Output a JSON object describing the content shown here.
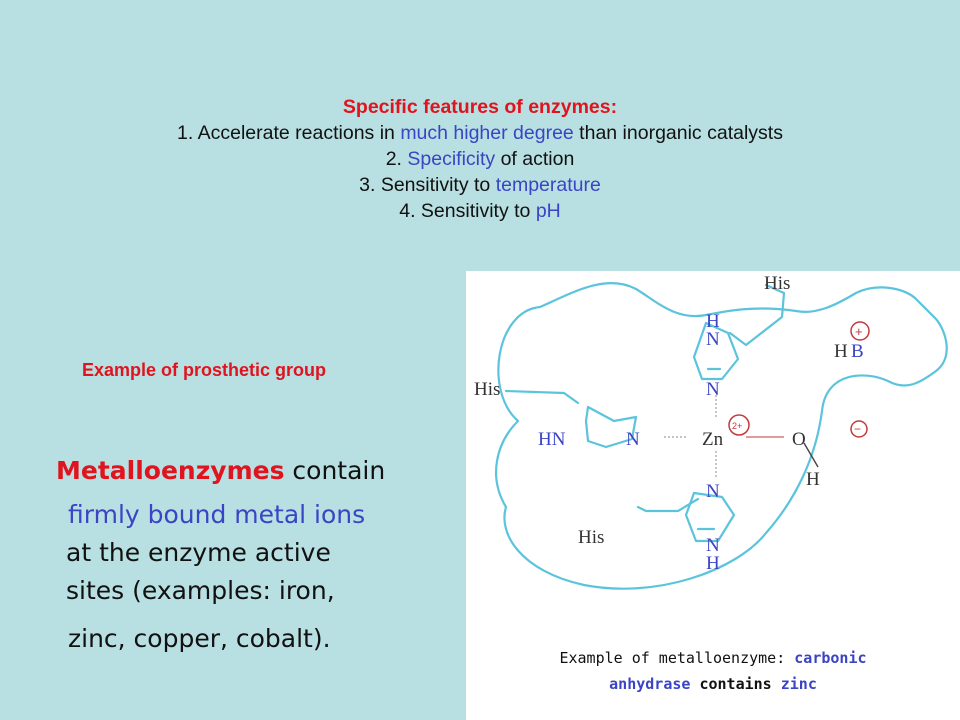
{
  "features": {
    "title": "Specific features of enzymes:",
    "line1_pre": "1. Accelerate reactions in ",
    "line1_hl": "much higher degree",
    "line1_post": " than inorganic catalysts",
    "line2_pre": "2. ",
    "line2_hl": "Specificity",
    "line2_post": " of action",
    "line3_pre": "3. Sensitivity to ",
    "line3_hl": "temperature",
    "line4_pre": "4. Sensitivity to ",
    "line4_hl": "pH"
  },
  "prosthetic_title": "Example of prosthetic group",
  "metallo": {
    "bold": "Metalloenzymes",
    "l1_rest": " contain",
    "l2": "firmly bound metal ions",
    "l3": "at the enzyme active",
    "l4": "sites (examples: iron,",
    "l5": "zinc, copper, cobalt)."
  },
  "diagram": {
    "his_top": "His",
    "his_left": "His",
    "his_bottom": "His",
    "h": "H",
    "n": "N",
    "hn": "HN",
    "hb_h": "H",
    "hb_b": "B",
    "plus": "+",
    "zn": "Zn",
    "zn_charge": "2+",
    "o": "O",
    "minus": "−"
  },
  "caption": {
    "pre": "Example of metalloenzyme: ",
    "hl1": "carbonic",
    "hl2": "anhydrase",
    "mid": " contains ",
    "hl3": "zinc"
  },
  "colors": {
    "background": "#b8dfe1",
    "red": "#e0141e",
    "blue": "#3a44c4",
    "line": "#5bc4dc"
  }
}
